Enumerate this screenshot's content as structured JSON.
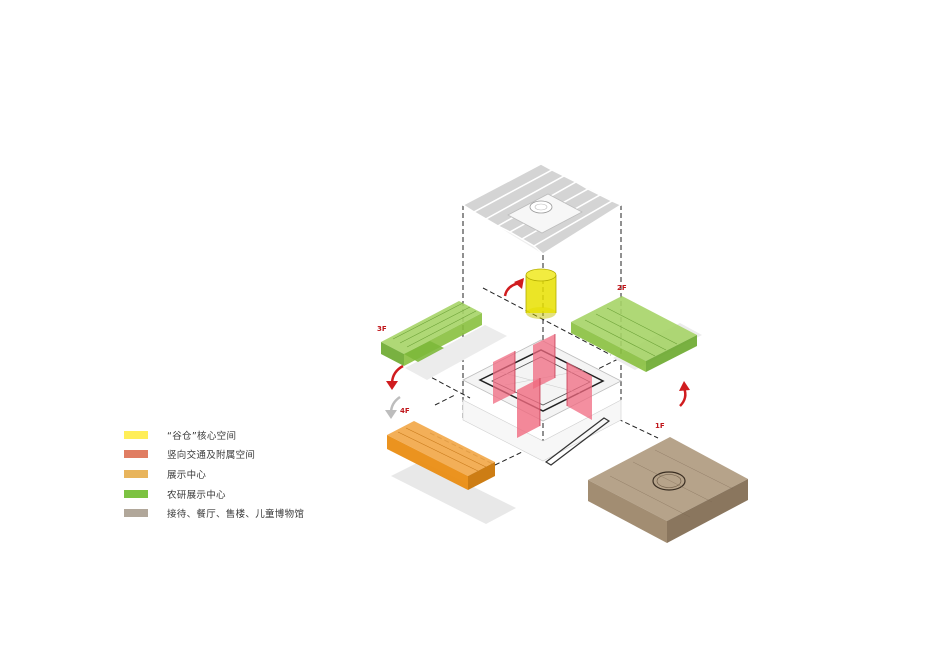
{
  "legend": {
    "items": [
      {
        "label": "“谷仓”核心空间",
        "color": "#ffee58"
      },
      {
        "label": "竖向交通及附属空间",
        "color": "#e07d62"
      },
      {
        "label": "展示中心",
        "color": "#e8b45c"
      },
      {
        "label": "农研展示中心",
        "color": "#7cc242"
      },
      {
        "label": "接待、餐厅、售楼、儿童博物馆",
        "color": "#b1a79a"
      }
    ]
  },
  "floors": {
    "f1": "1F",
    "f2": "2F",
    "f3": "3F",
    "f4": "4F"
  },
  "colors": {
    "granary_yellow": "#e8e000",
    "circulation_red": "#f06a80",
    "exhibition_orange": "#e98a0c",
    "agri_green": "#86c43c",
    "reception_brown": "#a08a70",
    "roof_grey": "#c8c8c8",
    "arrow_red": "#d01c1f",
    "arrow_grey": "#bdbdbd"
  }
}
